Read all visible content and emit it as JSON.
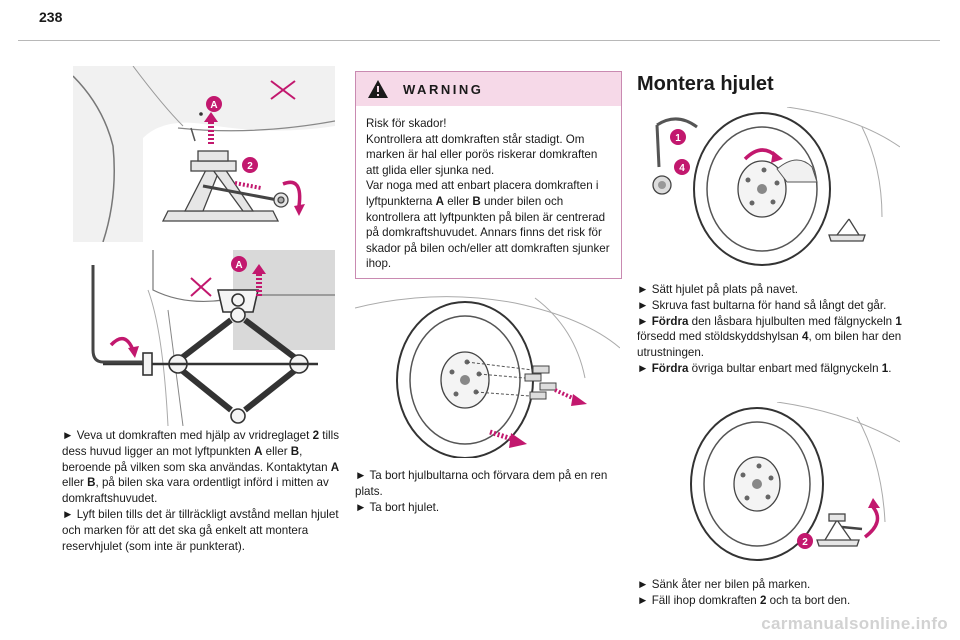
{
  "page_number": "238",
  "col1": {
    "para1_bullet": "►",
    "para1_a": " Veva ut domkraften med hjälp av vridreglaget ",
    "para1_b1": "2",
    "para1_c": " tills dess huvud ligger an mot lyftpunkten ",
    "para1_b2": "A",
    "para1_d": " eller ",
    "para1_b3": "B",
    "para1_e": ", beroende på vilken som ska användas. Kontaktytan ",
    "para1_b4": "A",
    "para1_f": " eller ",
    "para1_b5": "B",
    "para1_g": ", på bilen ska vara ordentligt införd i mitten av domkraftshuvudet.",
    "para2_bullet": "►",
    "para2": " Lyft bilen tills det är tillräckligt avstånd mellan hjulet och marken för att det ska gå enkelt att montera reservhjulet (som inte är punkterat)."
  },
  "col1_figures": {
    "top_labels": [
      "A",
      "2"
    ],
    "bottom_labels": [
      "A"
    ]
  },
  "warning": {
    "icon": "warning-triangle-icon",
    "title": "WARNING",
    "line1": "Risk för skador!",
    "text2": "Kontrollera att domkraften står stadigt. Om marken är hal eller porös riskerar domkraften att glida eller sjunka ned.",
    "text3a": "Var noga med att enbart placera domkraften i lyftpunkterna ",
    "text3b1": "A",
    "text3c": " eller ",
    "text3b2": "B",
    "text3d": " under bilen och kontrollera att lyftpunkten på bilen är centrerad på domkraftshuvudet. Annars finns det risk för skador på bilen och/eller att domkraften sjunker ihop."
  },
  "col2": {
    "bullet": "►",
    "line1": " Ta bort hjulbultarna och förvara dem på en ren plats.",
    "line2": " Ta bort hjulet."
  },
  "col3": {
    "title": "Montera hjulet",
    "figure_top_labels": [
      "1",
      "4"
    ],
    "bullet": "►",
    "b1": " Sätt hjulet på plats på navet.",
    "b2": " Skruva fast bultarna för hand så långt det går.",
    "b3a": " ",
    "b3bold": "Fördra",
    "b3b": " den låsbara hjulbulten med fälgnyckeln ",
    "b3n1": "1",
    "b3c": " försedd med stöldskyddshylsan ",
    "b3n4": "4",
    "b3d": ", om bilen har den utrustningen.",
    "b4a": " ",
    "b4bold": "Fördra",
    "b4b": " övriga bultar enbart med fälgnyckeln ",
    "b4n1": "1",
    "b4c": ".",
    "figure_bottom_labels": [
      "2"
    ],
    "b5": " Sänk åter ner bilen på marken.",
    "b6a": " Fäll ihop domkraften ",
    "b6n": "2",
    "b6b": " och ta bort den."
  },
  "watermark": "carmanualsonline.info",
  "colors": {
    "accent": "#c2186e",
    "warn_fill": "#f6d9e8",
    "line_art": "#555555"
  }
}
